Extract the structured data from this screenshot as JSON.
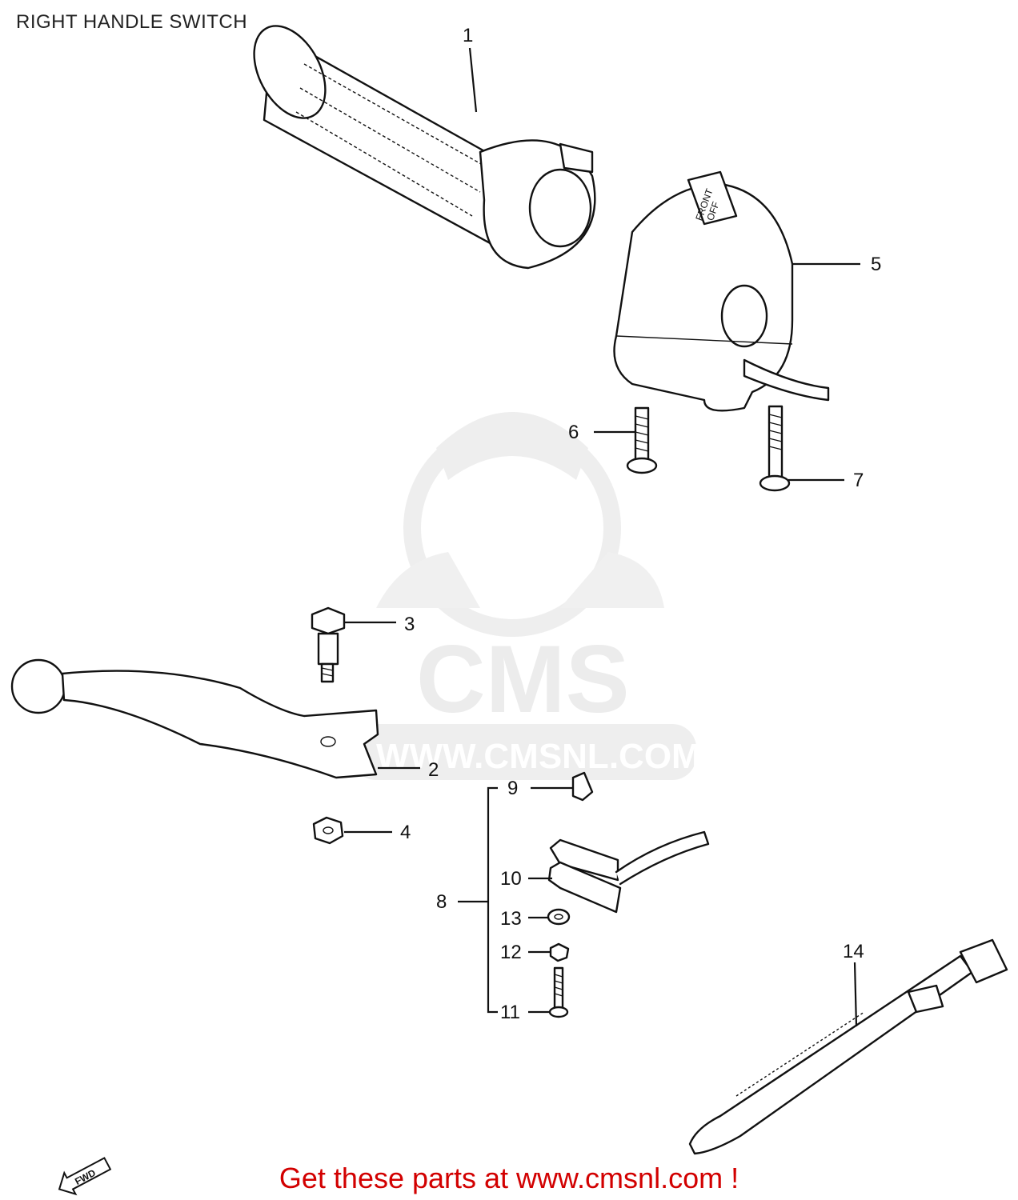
{
  "header": {
    "title": "RIGHT HANDLE SWITCH"
  },
  "watermark": {
    "brand": "CMS",
    "url": "WWW.CMSNL.COM"
  },
  "callouts": [
    "1",
    "2",
    "3",
    "4",
    "5",
    "6",
    "7",
    "8",
    "9",
    "10",
    "11",
    "12",
    "13",
    "14"
  ],
  "direction_badge": "FWD",
  "switch_markings": {
    "line1": "FRONT",
    "line2": "OFF"
  },
  "footer": {
    "text": "Get these parts at www.cmsnl.com !"
  },
  "colors": {
    "footer_text": "#d20000",
    "line_art": "#111111",
    "watermark": "#ececec"
  }
}
